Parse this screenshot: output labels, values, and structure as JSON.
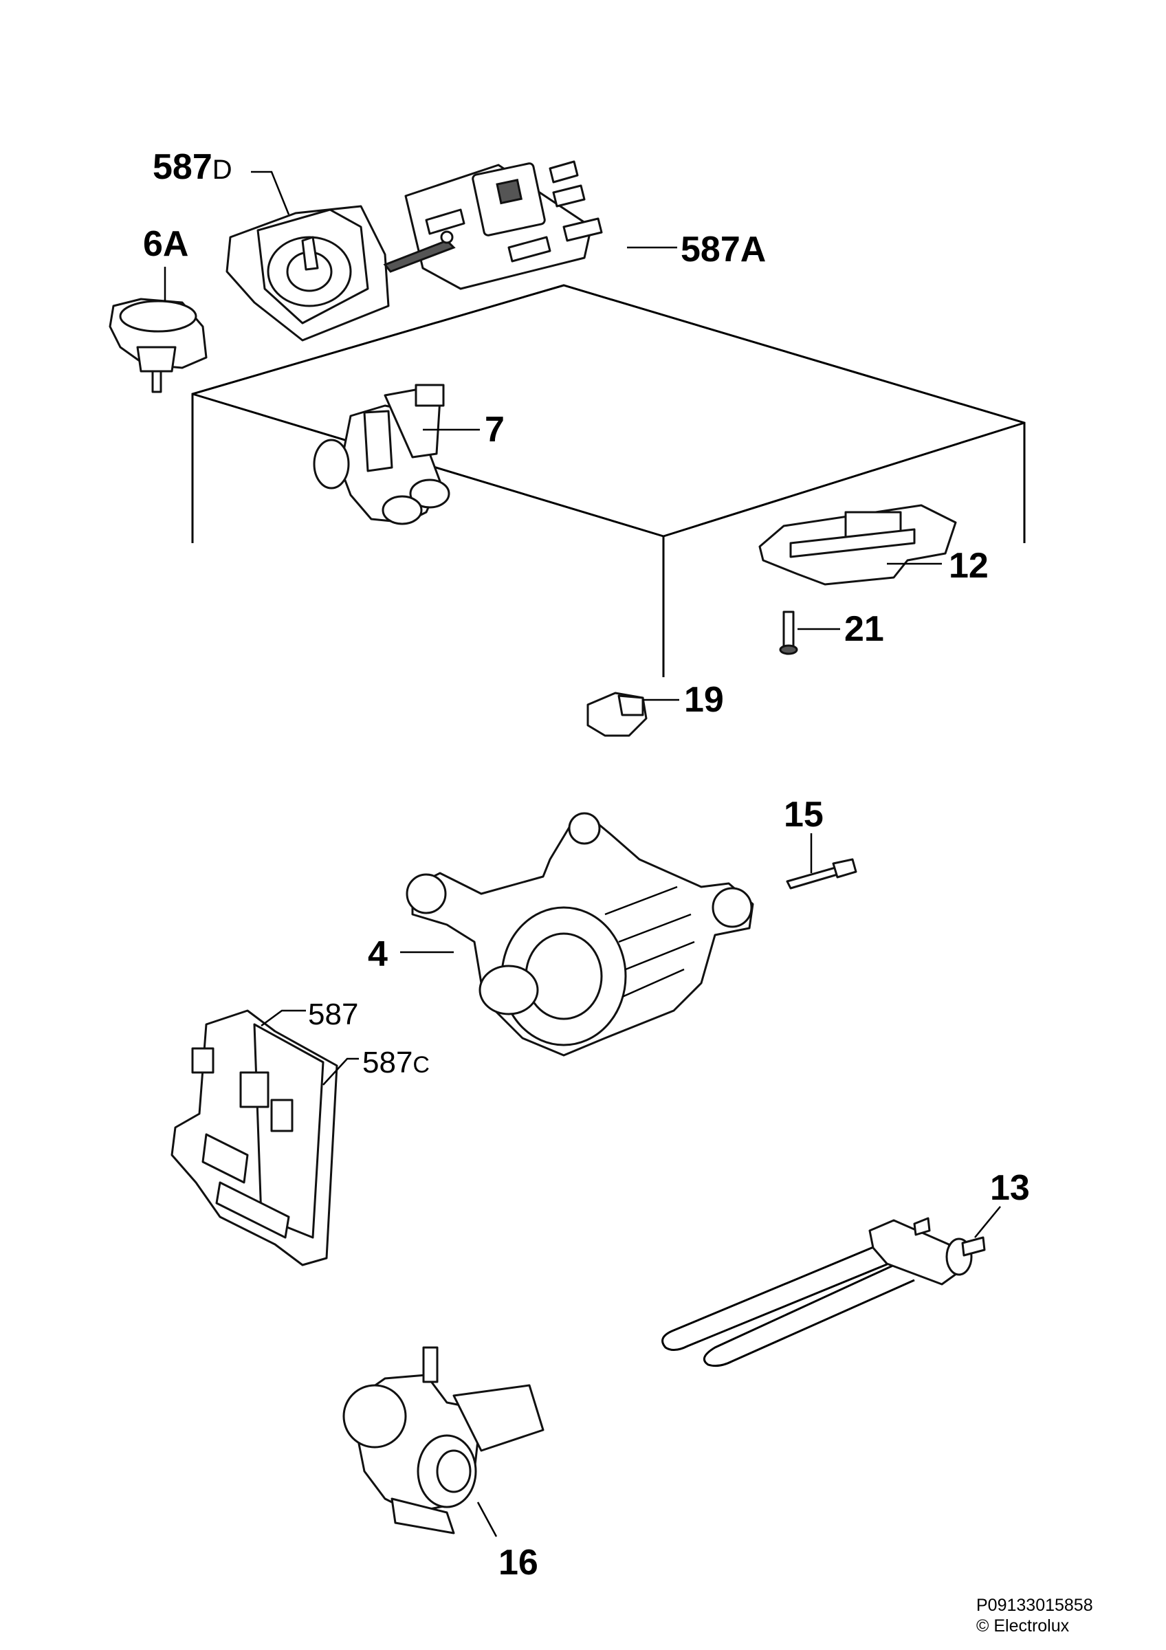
{
  "labels": {
    "l587D": {
      "num": "587",
      "suffix": "D"
    },
    "l6A": "6A",
    "l587A": "587A",
    "l7": "7",
    "l12": "12",
    "l21": "21",
    "l19": "19",
    "l15": "15",
    "l4": "4",
    "l587": "587",
    "l587C": {
      "num": "587",
      "suffix": "C"
    },
    "l13": "13",
    "l16": "16"
  },
  "footer": {
    "code": "P09133015858",
    "copyright": "© Electrolux"
  }
}
